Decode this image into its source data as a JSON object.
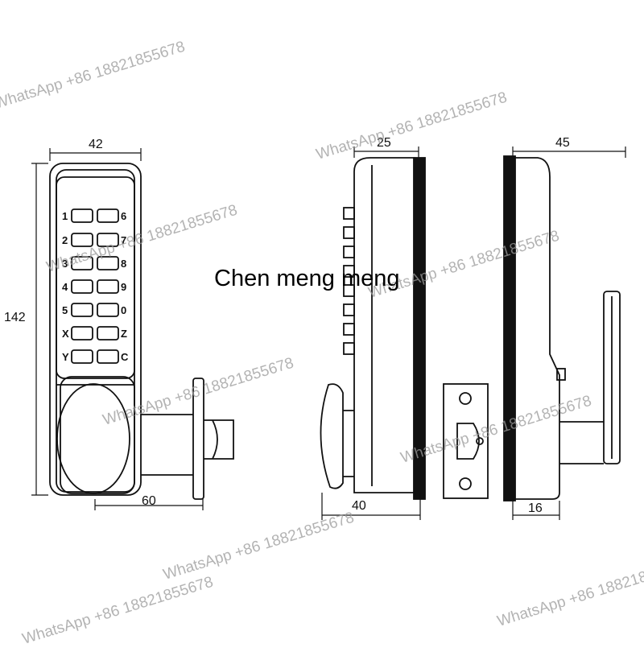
{
  "caption": "Chen meng meng",
  "watermark": "WhatsApp +86 18821855678",
  "dimensions": {
    "front_width": "42",
    "front_height": "142",
    "latch_length": "60",
    "side_depth_top": "25",
    "side_depth_bottom": "40",
    "back_depth_top": "45",
    "back_depth_bottom": "16"
  },
  "keypad": {
    "left_keys": [
      "1",
      "2",
      "3",
      "4",
      "5",
      "X",
      "Y"
    ],
    "right_keys": [
      "6",
      "7",
      "8",
      "9",
      "0",
      "Z",
      "C"
    ]
  },
  "colors": {
    "line": "#111111",
    "watermark": "#9a9a9a",
    "background": "#ffffff"
  }
}
